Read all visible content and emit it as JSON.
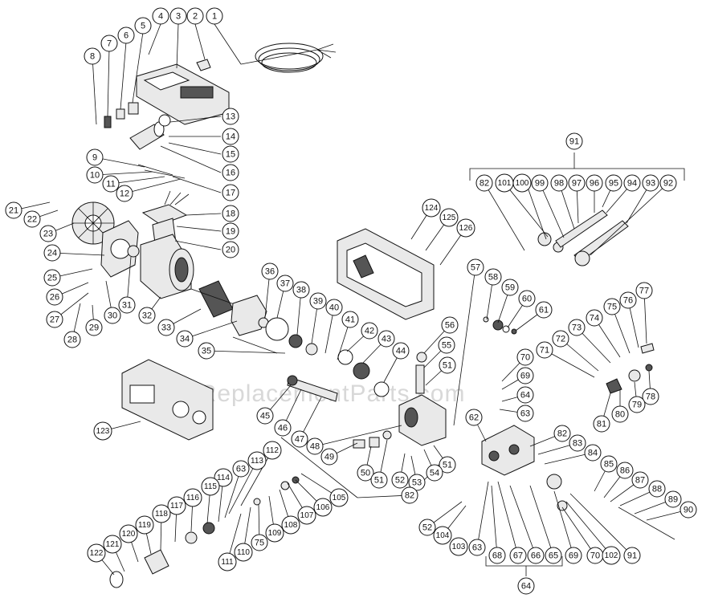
{
  "watermark": "eReplacementParts.com",
  "callouts": [
    {
      "id": "c1",
      "label": "1"
    },
    {
      "id": "c2",
      "label": "2"
    },
    {
      "id": "c3",
      "label": "3"
    },
    {
      "id": "c4",
      "label": "4"
    },
    {
      "id": "c5",
      "label": "5"
    },
    {
      "id": "c6",
      "label": "6"
    },
    {
      "id": "c7",
      "label": "7"
    },
    {
      "id": "c8",
      "label": "8"
    },
    {
      "id": "c9",
      "label": "9"
    },
    {
      "id": "c10",
      "label": "10"
    },
    {
      "id": "c11",
      "label": "11"
    },
    {
      "id": "c12",
      "label": "12"
    },
    {
      "id": "c13",
      "label": "13"
    },
    {
      "id": "c14",
      "label": "14"
    },
    {
      "id": "c15",
      "label": "15"
    },
    {
      "id": "c16",
      "label": "16"
    },
    {
      "id": "c17",
      "label": "17"
    },
    {
      "id": "c18",
      "label": "18"
    },
    {
      "id": "c19",
      "label": "19"
    },
    {
      "id": "c20",
      "label": "20"
    },
    {
      "id": "c21",
      "label": "21"
    },
    {
      "id": "c22",
      "label": "22"
    },
    {
      "id": "c23",
      "label": "23"
    },
    {
      "id": "c24",
      "label": "24"
    },
    {
      "id": "c25",
      "label": "25"
    },
    {
      "id": "c26",
      "label": "26"
    },
    {
      "id": "c27",
      "label": "27"
    },
    {
      "id": "c28",
      "label": "28"
    },
    {
      "id": "c29",
      "label": "29"
    },
    {
      "id": "c30",
      "label": "30"
    },
    {
      "id": "c31",
      "label": "31"
    },
    {
      "id": "c32",
      "label": "32"
    },
    {
      "id": "c33",
      "label": "33"
    },
    {
      "id": "c34",
      "label": "34"
    },
    {
      "id": "c35",
      "label": "35"
    },
    {
      "id": "c36",
      "label": "36"
    },
    {
      "id": "c37",
      "label": "37"
    },
    {
      "id": "c38",
      "label": "38"
    },
    {
      "id": "c39",
      "label": "39"
    },
    {
      "id": "c40",
      "label": "40"
    },
    {
      "id": "c41",
      "label": "41"
    },
    {
      "id": "c42",
      "label": "42"
    },
    {
      "id": "c43",
      "label": "43"
    },
    {
      "id": "c44",
      "label": "44"
    },
    {
      "id": "c45",
      "label": "45"
    },
    {
      "id": "c46",
      "label": "46"
    },
    {
      "id": "c47",
      "label": "47"
    },
    {
      "id": "c48",
      "label": "48"
    },
    {
      "id": "c49",
      "label": "49"
    },
    {
      "id": "c50",
      "label": "50"
    },
    {
      "id": "c51a",
      "label": "51"
    },
    {
      "id": "c51b",
      "label": "51"
    },
    {
      "id": "c51c",
      "label": "51"
    },
    {
      "id": "c52a",
      "label": "52"
    },
    {
      "id": "c52b",
      "label": "52"
    },
    {
      "id": "c53",
      "label": "53"
    },
    {
      "id": "c54",
      "label": "54"
    },
    {
      "id": "c55",
      "label": "55"
    },
    {
      "id": "c56",
      "label": "56"
    },
    {
      "id": "c57",
      "label": "57"
    },
    {
      "id": "c58",
      "label": "58"
    },
    {
      "id": "c59",
      "label": "59"
    },
    {
      "id": "c60",
      "label": "60"
    },
    {
      "id": "c61",
      "label": "61"
    },
    {
      "id": "c62",
      "label": "62"
    },
    {
      "id": "c63a",
      "label": "63"
    },
    {
      "id": "c63b",
      "label": "63"
    },
    {
      "id": "c63c",
      "label": "63"
    },
    {
      "id": "c64a",
      "label": "64"
    },
    {
      "id": "c64b",
      "label": "64"
    },
    {
      "id": "c65",
      "label": "65"
    },
    {
      "id": "c66",
      "label": "66"
    },
    {
      "id": "c67",
      "label": "67"
    },
    {
      "id": "c68",
      "label": "68"
    },
    {
      "id": "c69a",
      "label": "69"
    },
    {
      "id": "c69b",
      "label": "69"
    },
    {
      "id": "c70a",
      "label": "70"
    },
    {
      "id": "c70b",
      "label": "70"
    },
    {
      "id": "c71",
      "label": "71"
    },
    {
      "id": "c72",
      "label": "72"
    },
    {
      "id": "c73",
      "label": "73"
    },
    {
      "id": "c74",
      "label": "74"
    },
    {
      "id": "c75a",
      "label": "75"
    },
    {
      "id": "c75b",
      "label": "75"
    },
    {
      "id": "c76",
      "label": "76"
    },
    {
      "id": "c77",
      "label": "77"
    },
    {
      "id": "c78",
      "label": "78"
    },
    {
      "id": "c79",
      "label": "79"
    },
    {
      "id": "c80",
      "label": "80"
    },
    {
      "id": "c81",
      "label": "81"
    },
    {
      "id": "c82a",
      "label": "82"
    },
    {
      "id": "c82b",
      "label": "82"
    },
    {
      "id": "c82c",
      "label": "82"
    },
    {
      "id": "c83",
      "label": "83"
    },
    {
      "id": "c84",
      "label": "84"
    },
    {
      "id": "c85",
      "label": "85"
    },
    {
      "id": "c86",
      "label": "86"
    },
    {
      "id": "c87",
      "label": "87"
    },
    {
      "id": "c88",
      "label": "88"
    },
    {
      "id": "c89",
      "label": "89"
    },
    {
      "id": "c90",
      "label": "90"
    },
    {
      "id": "c91a",
      "label": "91"
    },
    {
      "id": "c91b",
      "label": "91"
    },
    {
      "id": "c92",
      "label": "92"
    },
    {
      "id": "c93",
      "label": "93"
    },
    {
      "id": "c94",
      "label": "94"
    },
    {
      "id": "c95",
      "label": "95"
    },
    {
      "id": "c96",
      "label": "96"
    },
    {
      "id": "c97",
      "label": "97"
    },
    {
      "id": "c98",
      "label": "98"
    },
    {
      "id": "c99",
      "label": "99"
    },
    {
      "id": "c100",
      "label": "100"
    },
    {
      "id": "c101",
      "label": "101"
    },
    {
      "id": "c102",
      "label": "102"
    },
    {
      "id": "c103",
      "label": "103"
    },
    {
      "id": "c104",
      "label": "104"
    },
    {
      "id": "c105",
      "label": "105"
    },
    {
      "id": "c106",
      "label": "106"
    },
    {
      "id": "c107",
      "label": "107"
    },
    {
      "id": "c108",
      "label": "108"
    },
    {
      "id": "c109",
      "label": "109"
    },
    {
      "id": "c110",
      "label": "110"
    },
    {
      "id": "c111",
      "label": "111"
    },
    {
      "id": "c112",
      "label": "112"
    },
    {
      "id": "c113",
      "label": "113"
    },
    {
      "id": "c114",
      "label": "114"
    },
    {
      "id": "c115",
      "label": "115"
    },
    {
      "id": "c116",
      "label": "116"
    },
    {
      "id": "c117",
      "label": "117"
    },
    {
      "id": "c118",
      "label": "118"
    },
    {
      "id": "c119",
      "label": "119"
    },
    {
      "id": "c120",
      "label": "120"
    },
    {
      "id": "c121",
      "label": "121"
    },
    {
      "id": "c122",
      "label": "122"
    },
    {
      "id": "c123",
      "label": "123"
    },
    {
      "id": "c124",
      "label": "124"
    },
    {
      "id": "c125",
      "label": "125"
    },
    {
      "id": "c126",
      "label": "126"
    }
  ]
}
